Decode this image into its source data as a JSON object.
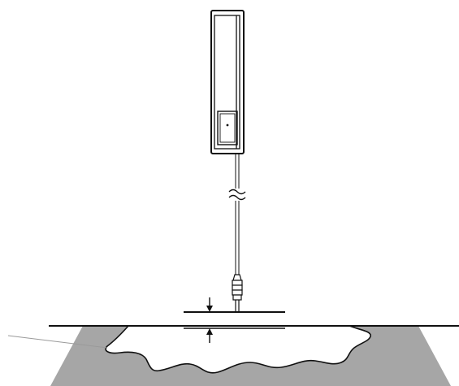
{
  "diagram": {
    "description_visible_text": "",
    "colors": {
      "line": "#111111",
      "floor": "#a6a6a6",
      "puddle": "#ffffff",
      "background": "#ffffff",
      "leader": "#9a9a9a"
    },
    "elements": {
      "sensor_device": "water-leak-sensor",
      "cable": "sensor-cable",
      "probe": "cable-probe",
      "floor_plane": "floor",
      "water_puddle": "water-puddle",
      "gap_indicator": "gap-arrows"
    }
  }
}
